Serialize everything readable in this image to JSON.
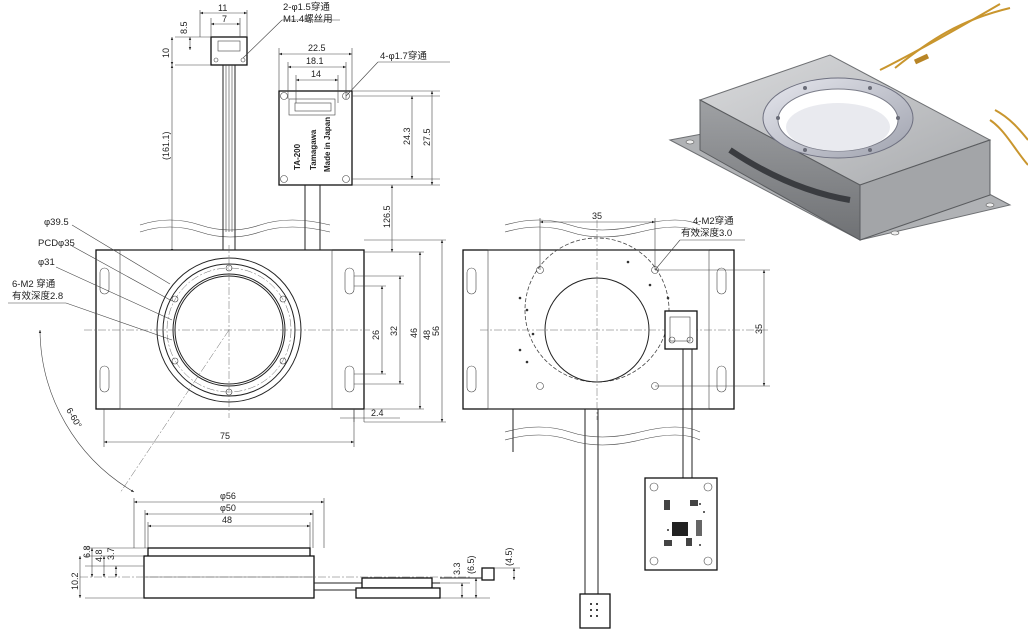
{
  "top_view": {
    "connector_width_11": "11",
    "connector_width_7": "7",
    "dim_8_5": "8.5",
    "dim_10": "10",
    "dim_161_1": "(161.1)",
    "hole_callout_line1": "2-φ1.5穿通",
    "hole_callout_line2": "M1.4螺丝用",
    "pcb_dim_22_5": "22.5",
    "pcb_dim_18_1": "18.1",
    "pcb_dim_14": "14",
    "pcb_hole_callout": "4-φ1.7穿通",
    "pcb_dim_24_3": "24.3",
    "pcb_dim_27_5": "27.5",
    "pcb_dim_126_5": "126.5",
    "pcb_text_model": "TA-200",
    "pcb_text_maker": "Tamagawa",
    "pcb_text_origin": "Made in Japan",
    "label_phi39_5": "φ39.5",
    "label_pcd35": "PCDφ35",
    "label_phi31": "φ31",
    "label_m2_line1": "6-M2 穿通",
    "label_m2_line2": "有效深度2.8",
    "angle_label": "6-60°",
    "dim_75": "75",
    "dim_26": "26",
    "dim_32": "32",
    "dim_46": "46",
    "dim_48": "48",
    "dim_56": "56",
    "dim_2_4": "2.4"
  },
  "rear_view": {
    "dim_35_top": "35",
    "m2_callout_line1": "4-M2穿通",
    "m2_callout_line2": "有效深度3.0",
    "dim_35_right": "35"
  },
  "side_view": {
    "dim_phi56": "φ56",
    "dim_phi50": "φ50",
    "dim_48": "48",
    "dim_6_8": "6.8",
    "dim_4_8": "4.8",
    "dim_3_7": "3.7",
    "dim_10_2": "10.2",
    "dim_3_3": "3.3",
    "dim_6_5": "(6.5)",
    "dim_4_5": "(4.5)"
  },
  "colors": {
    "line": "#222222",
    "housing": "#c9cacc",
    "housing_dark": "#8f9194",
    "ring": "#b9bcc6",
    "cable": "#c9962e"
  }
}
